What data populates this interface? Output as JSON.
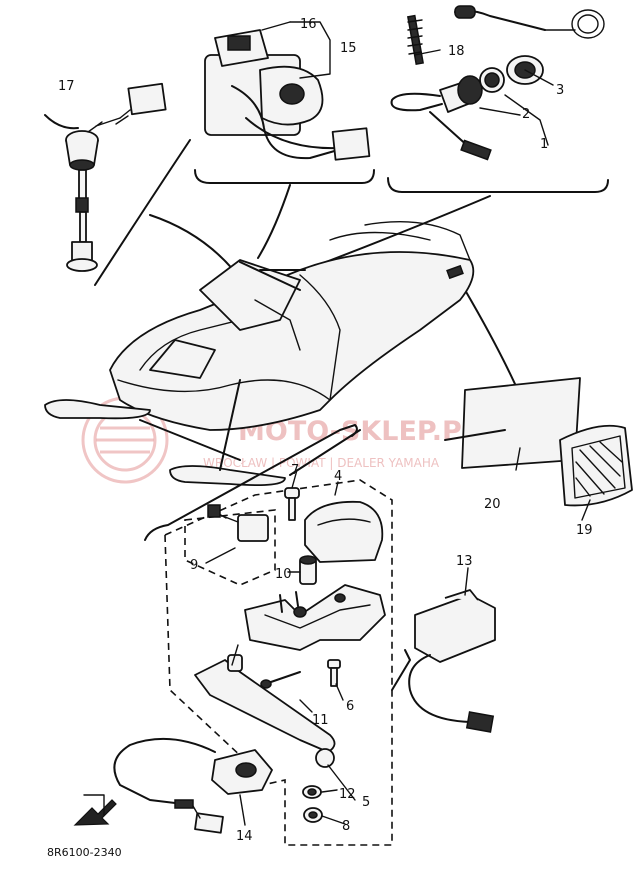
{
  "diagram": {
    "code": "8R6100-2340",
    "callouts": [
      "1",
      "2",
      "3",
      "4",
      "5",
      "6",
      "7",
      "8",
      "9",
      "10",
      "11",
      "12",
      "13",
      "14",
      "15",
      "16",
      "17",
      "18",
      "19",
      "20"
    ]
  },
  "watermark": {
    "text": "MOTO-SKLEP.PL",
    "subtext": "WROCŁAW | POWIAT | DEALER YAMAHA",
    "color": "#e7a7a7"
  }
}
